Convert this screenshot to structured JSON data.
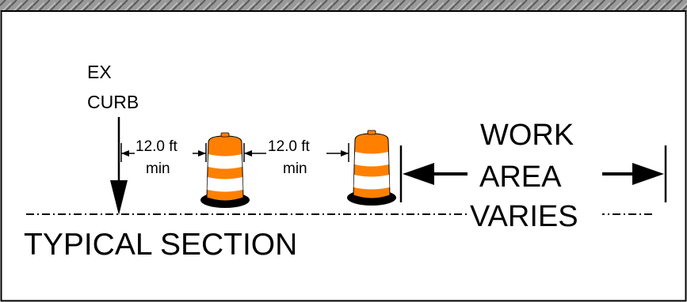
{
  "labels": {
    "ex_curb_line1": "EX",
    "ex_curb_line2": "CURB",
    "dim1_value": "12.0 ft",
    "dim1_min": "min",
    "dim2_value": "12.0 ft",
    "dim2_min": "min",
    "work": "WORK",
    "area": "AREA",
    "varies": "VARIES",
    "section_title": "TYPICAL SECTION"
  },
  "colors": {
    "drum_orange": "#ff8000",
    "drum_white": "#ffffff",
    "drum_base": "#000000",
    "ink": "#000000",
    "top_texture": "#8a8a8a"
  }
}
